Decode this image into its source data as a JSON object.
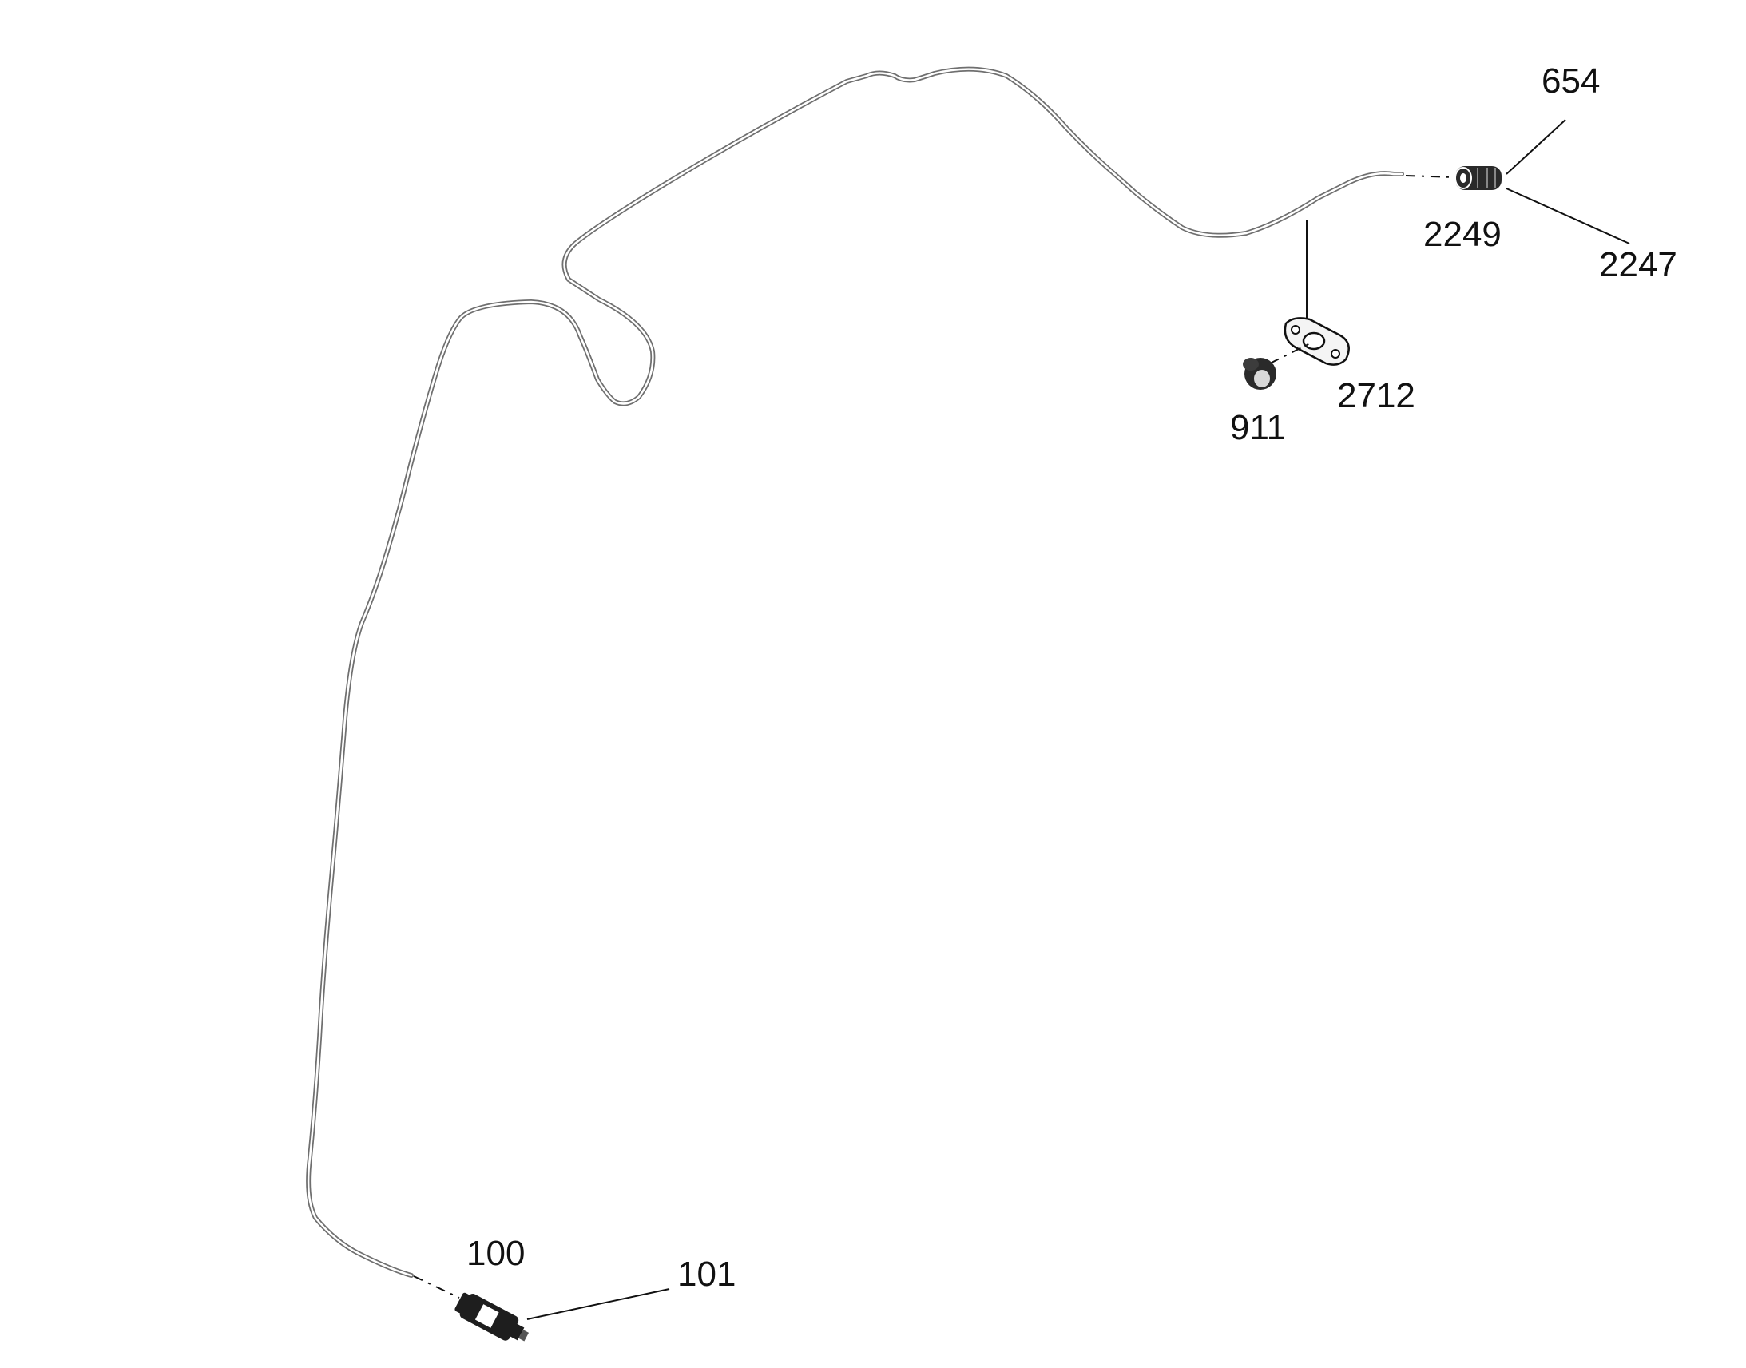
{
  "diagram": {
    "callouts": {
      "c654": "654",
      "c2249": "2249",
      "c2247": "2247",
      "c2712": "2712",
      "c911": "911",
      "c100": "100",
      "c101": "101"
    },
    "colors": {
      "line": "#111111",
      "pipe": "#6f6f6f",
      "part_fill": "#2a2a2a",
      "background": "#ffffff"
    }
  }
}
